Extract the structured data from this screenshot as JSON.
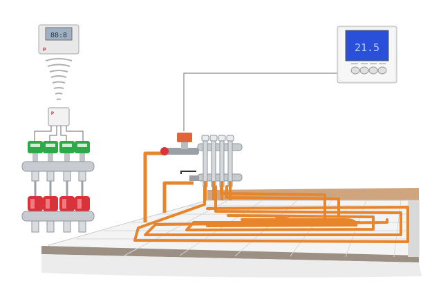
{
  "thermostat_wireless": {
    "display": "88:8",
    "brand": "P"
  },
  "thermostat_wired": {
    "display": "21.5",
    "button_captions": [
      "",
      "",
      "",
      ""
    ]
  },
  "receiver": {
    "brand": "P"
  },
  "watermark": "",
  "colors": {
    "pipe": "#e8852a",
    "lcd_blue": "#2a4fd8",
    "floor_top": "#c9a27c",
    "valve_green": "#2fa84a",
    "valve_red": "#d8323a",
    "wire": "#8a8a8a"
  }
}
